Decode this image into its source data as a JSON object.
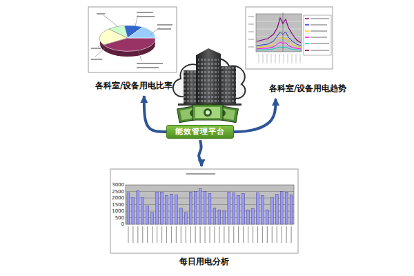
{
  "diagram": {
    "nodes": [
      {
        "text": [
          "各科室/设备用电比率"
        ]
      },
      {
        "text": [
          "各科室/设备用电趋势"
        ]
      },
      {
        "text": [
          "能效管理平台"
        ]
      },
      {
        "text": [
          "每日用电分析"
        ]
      }
    ],
    "edges": [
      {
        "from": 2,
        "to": 0,
        "arrow": "to"
      },
      {
        "from": 2,
        "to": 1,
        "arrow": "to"
      },
      {
        "from": 2,
        "to": 3,
        "arrow": "to"
      }
    ],
    "labels": [
      "3000",
      "2500",
      "2000",
      "1500",
      "1000",
      "500",
      "0"
    ]
  }
}
